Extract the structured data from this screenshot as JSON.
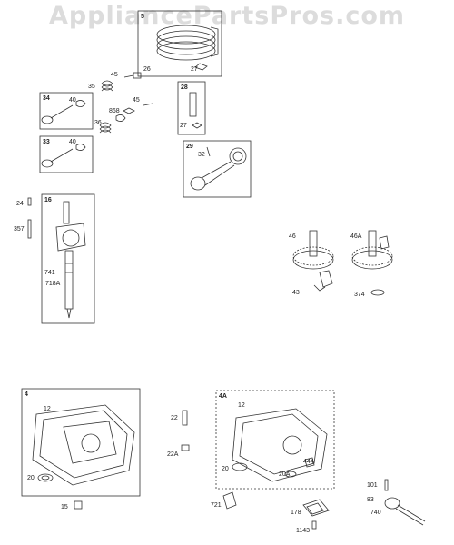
{
  "watermark": "AppliancePartsPros.com",
  "boxes": [
    {
      "id": "5"
    },
    {
      "id": "34"
    },
    {
      "id": "33"
    },
    {
      "id": "28"
    },
    {
      "id": "29"
    },
    {
      "id": "16"
    },
    {
      "id": "4"
    },
    {
      "id": "4A"
    }
  ],
  "labels": [
    "26",
    "27",
    "45",
    "35",
    "40",
    "868",
    "45",
    "36",
    "40",
    "27",
    "32",
    "24",
    "357",
    "741",
    "718A",
    "46",
    "46A",
    "43",
    "374",
    "12",
    "20",
    "15",
    "22",
    "22A",
    "721",
    "12",
    "20",
    "20A",
    "444",
    "178",
    "1143",
    "101",
    "83",
    "740"
  ]
}
